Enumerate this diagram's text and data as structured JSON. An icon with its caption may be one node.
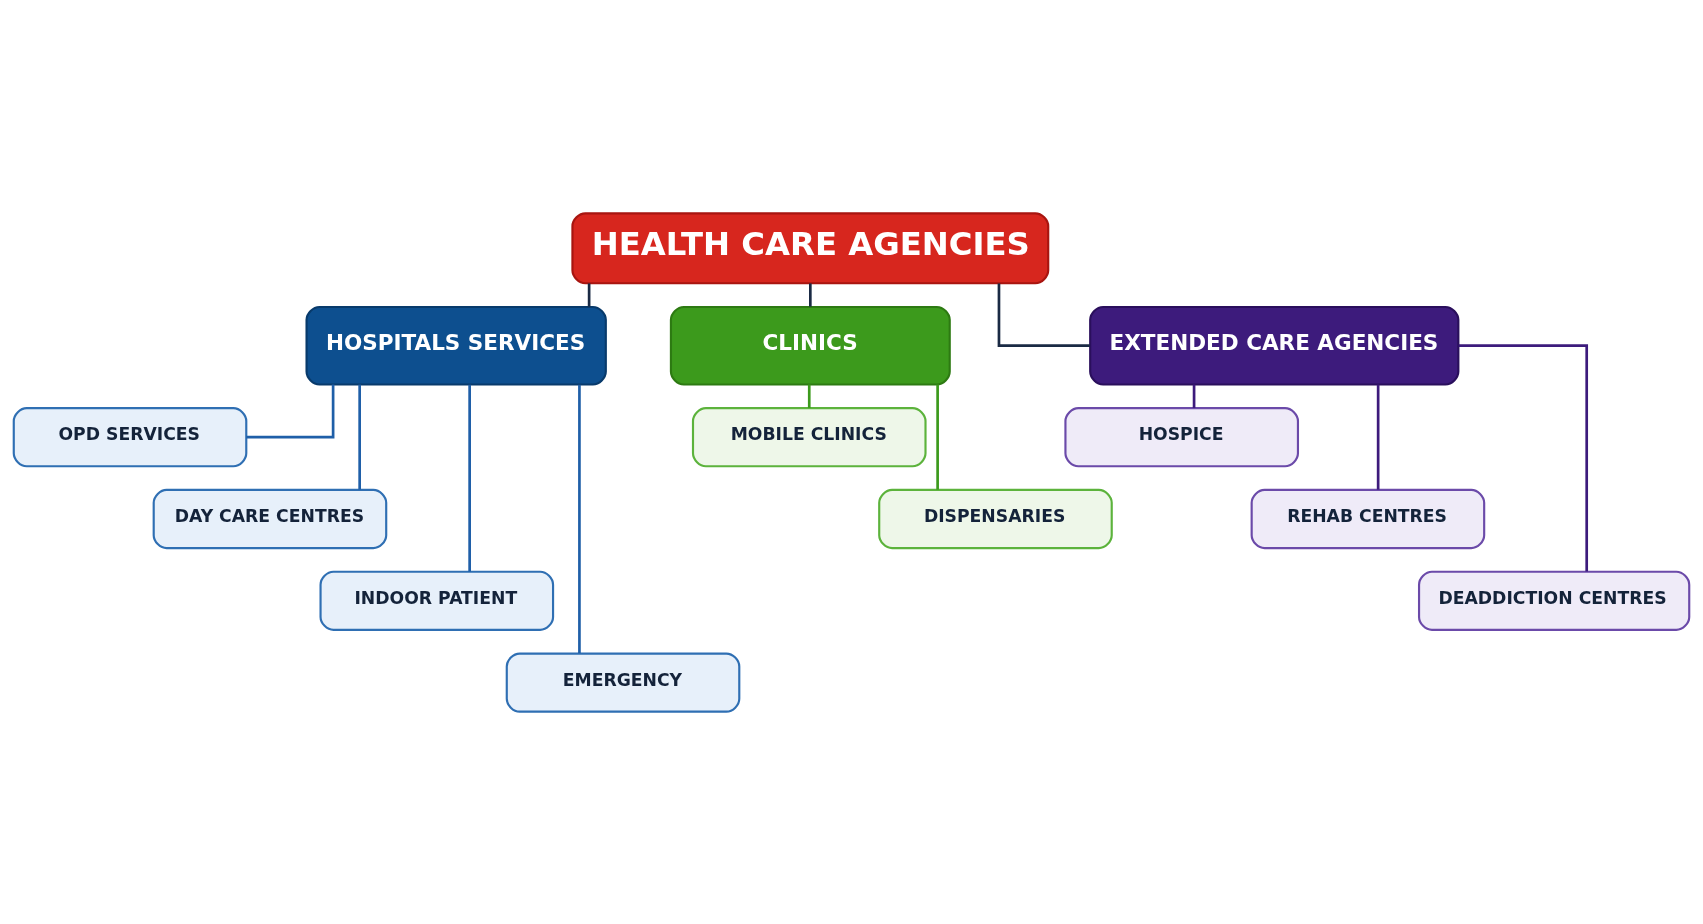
{
  "diagram": {
    "nodes": [
      {
        "text": [
          "HEALTH CARE AGENCIES"
        ]
      },
      {
        "text": [
          "HOSPITALS SERVICES"
        ]
      },
      {
        "text": [
          "CLINICS"
        ]
      },
      {
        "text": [
          "EXTENDED CARE AGENCIES"
        ]
      },
      {
        "text": [
          "OPD SERVICES"
        ]
      },
      {
        "text": [
          "DAY CARE CENTRES"
        ]
      },
      {
        "text": [
          "INDOOR PATIENT"
        ]
      },
      {
        "text": [
          "EMERGENCY"
        ]
      },
      {
        "text": [
          "MOBILE CLINICS"
        ]
      },
      {
        "text": [
          "DISPENSARIES"
        ]
      },
      {
        "text": [
          "HOSPICE"
        ]
      },
      {
        "text": [
          "REHAB CENTRES"
        ]
      },
      {
        "text": [
          "DEADDICTION CENTRES"
        ]
      }
    ],
    "edges": [
      {
        "from": 0,
        "to": 1,
        "arrow": "none",
        "color": "#1a2a44"
      },
      {
        "from": 0,
        "to": 2,
        "arrow": "none",
        "color": "#1a2a44"
      },
      {
        "from": 0,
        "to": 3,
        "arrow": "none",
        "color": "#1a2a44"
      },
      {
        "from": 1,
        "to": 4,
        "arrow": "none"
      },
      {
        "from": 1,
        "to": 5,
        "arrow": "none"
      },
      {
        "from": 1,
        "to": 6,
        "arrow": "none"
      },
      {
        "from": 1,
        "to": 7,
        "arrow": "none"
      },
      {
        "from": 2,
        "to": 8,
        "arrow": "none",
        "color": "#3c9a1c"
      },
      {
        "from": 2,
        "to": 9,
        "arrow": "none",
        "color": "#3c9a1c"
      },
      {
        "from": 3,
        "to": 10,
        "arrow": "none",
        "color": "#3d1b7c"
      },
      {
        "from": 3,
        "to": 11,
        "arrow": "none",
        "color": "#3d1b7c"
      },
      {
        "from": 3,
        "to": 12,
        "arrow": "none",
        "color": "#3d1b7c"
      }
    ]
  }
}
